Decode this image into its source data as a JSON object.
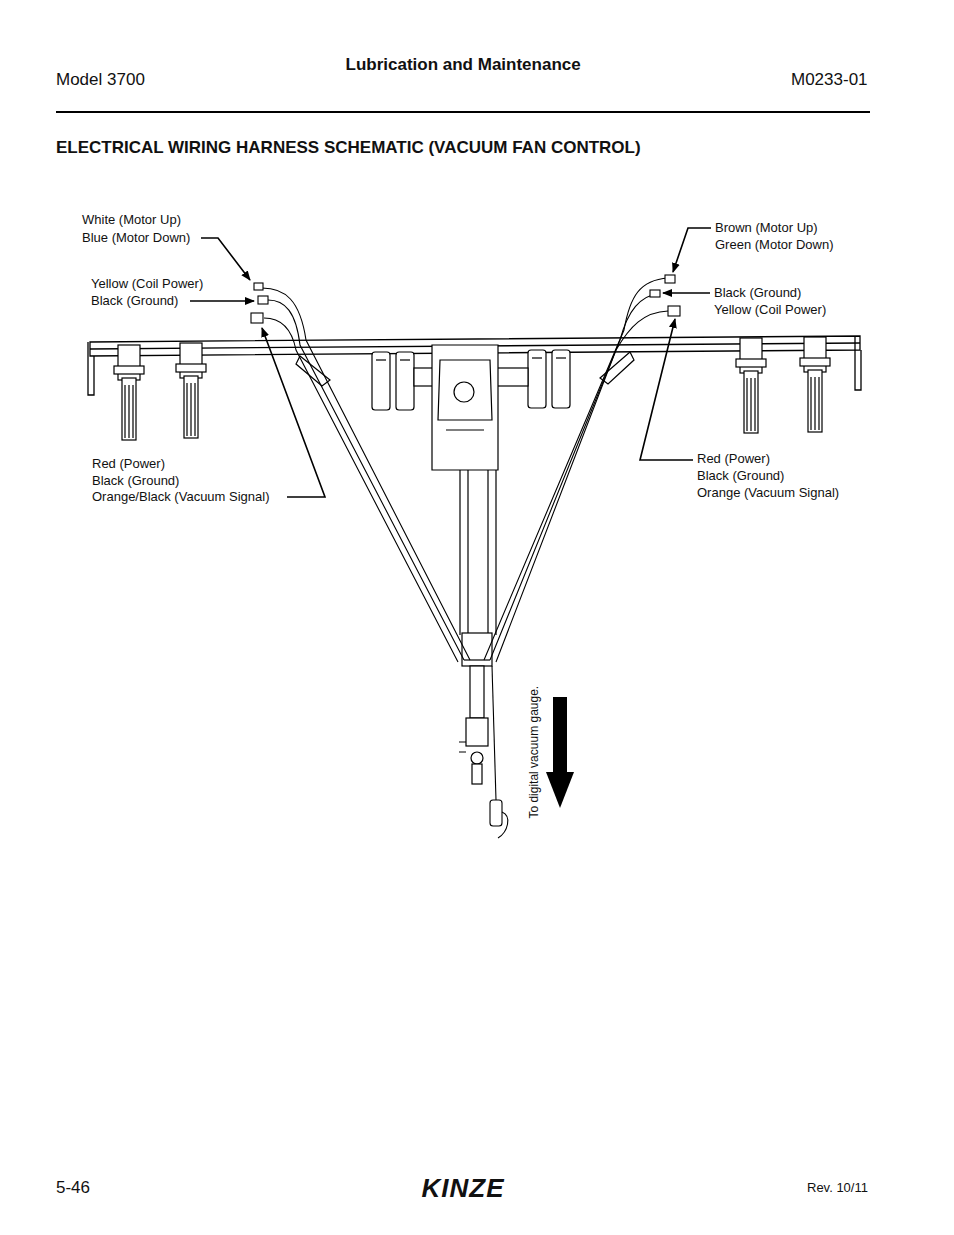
{
  "diagram": {
    "title": "ELECTRICAL WIRING HARNESS SCHEMATIC (VACUUM FAN CONTROL)",
    "labels": [
      "Model 3700",
      "Lubrication and Maintenance",
      "M0233-01",
      "White (Motor Up)",
      "Blue (Motor Down)",
      "Yellow (Coil Power)",
      "Black (Ground)",
      "Red (Power)",
      "Black (Ground)",
      "Orange/Black (Vacuum Signal)",
      "Brown (Motor Up)",
      "Green (Motor Down)",
      "Black (Ground)",
      "Yellow (Coil Power)",
      "Red (Power)",
      "Black (Ground)",
      "Orange (Vacuum Signal)",
      "To digital vacuum gauge.",
      "5-46",
      "KINZE",
      "Rev. 10/11"
    ]
  }
}
